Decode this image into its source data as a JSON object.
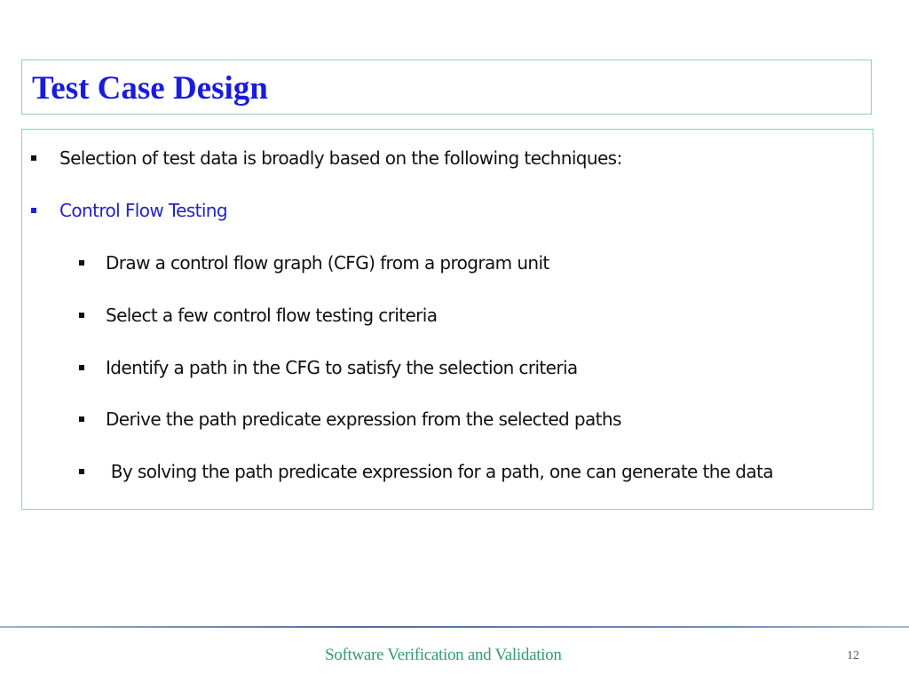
{
  "slide": {
    "title": "Test Case Design",
    "bullets": [
      {
        "text": "Selection of test data is broadly based on the following techniques:",
        "level": 1
      },
      {
        "text": "Control Flow Testing",
        "level": 1,
        "color": "#2323c8"
      },
      {
        "text": "Draw a control flow graph (CFG) from a program unit",
        "level": 2
      },
      {
        "text": "Select a few control flow testing criteria",
        "level": 2
      },
      {
        "text": "Identify a path in the CFG to satisfy the selection criteria",
        "level": 2
      },
      {
        "text": "Derive the path predicate expression from the selected paths",
        "level": 2
      },
      {
        "text": " By solving the path predicate expression for a path, one can generate the data",
        "level": 2
      }
    ]
  },
  "footer": {
    "text": "Software Verification and Validation",
    "page_number": "12"
  },
  "colors": {
    "title": "#1a1ae0",
    "highlight": "#2323c8",
    "footer_text": "#2e9a7e",
    "box_border": "#8fcfc4"
  }
}
